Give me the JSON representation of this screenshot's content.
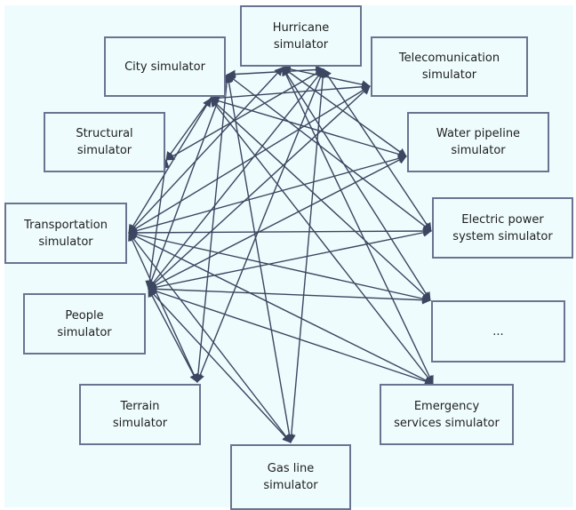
{
  "diagram": {
    "type": "network",
    "description": "Co-simulation network: many simulators interconnected by directed links",
    "colors": {
      "background": "#effcfd",
      "box_border": "#6a7490",
      "edge": "#3b4660",
      "text": "#1e1e1e"
    },
    "nodes": [
      {
        "id": "hurricane",
        "label": "Hurricane\nsimulator"
      },
      {
        "id": "city",
        "label": "City simulator"
      },
      {
        "id": "telecom",
        "label": "Telecomunication\nsimulator"
      },
      {
        "id": "structural",
        "label": "Structural\nsimulator"
      },
      {
        "id": "water",
        "label": "Water pipeline\nsimulator"
      },
      {
        "id": "transport",
        "label": "Transportation\nsimulator"
      },
      {
        "id": "electric",
        "label": "Electric power\nsystem simulator"
      },
      {
        "id": "people",
        "label": "People\nsimulator"
      },
      {
        "id": "more",
        "label": "..."
      },
      {
        "id": "terrain",
        "label": "Terrain\nsimulator"
      },
      {
        "id": "emergency",
        "label": "Emergency\nservices simulator"
      },
      {
        "id": "gas",
        "label": "Gas line\nsimulator"
      }
    ],
    "edges": [
      [
        "hurricane",
        "city"
      ],
      [
        "hurricane",
        "telecom"
      ],
      [
        "hurricane",
        "structural"
      ],
      [
        "hurricane",
        "transport"
      ],
      [
        "hurricane",
        "people"
      ],
      [
        "hurricane",
        "water"
      ],
      [
        "hurricane",
        "electric"
      ],
      [
        "hurricane",
        "more"
      ],
      [
        "hurricane",
        "terrain"
      ],
      [
        "hurricane",
        "emergency"
      ],
      [
        "hurricane",
        "gas"
      ],
      [
        "city",
        "telecom"
      ],
      [
        "city",
        "structural"
      ],
      [
        "city",
        "transport"
      ],
      [
        "city",
        "people"
      ],
      [
        "city",
        "water"
      ],
      [
        "city",
        "electric"
      ],
      [
        "city",
        "more"
      ],
      [
        "city",
        "terrain"
      ],
      [
        "city",
        "emergency"
      ],
      [
        "city",
        "gas"
      ],
      [
        "transport",
        "telecom"
      ],
      [
        "transport",
        "water"
      ],
      [
        "transport",
        "electric"
      ],
      [
        "transport",
        "more"
      ],
      [
        "transport",
        "terrain"
      ],
      [
        "transport",
        "emergency"
      ],
      [
        "transport",
        "gas"
      ],
      [
        "people",
        "telecom"
      ],
      [
        "people",
        "water"
      ],
      [
        "people",
        "electric"
      ],
      [
        "people",
        "more"
      ],
      [
        "people",
        "terrain"
      ],
      [
        "people",
        "emergency"
      ],
      [
        "people",
        "gas"
      ],
      [
        "people",
        "structural"
      ]
    ]
  }
}
